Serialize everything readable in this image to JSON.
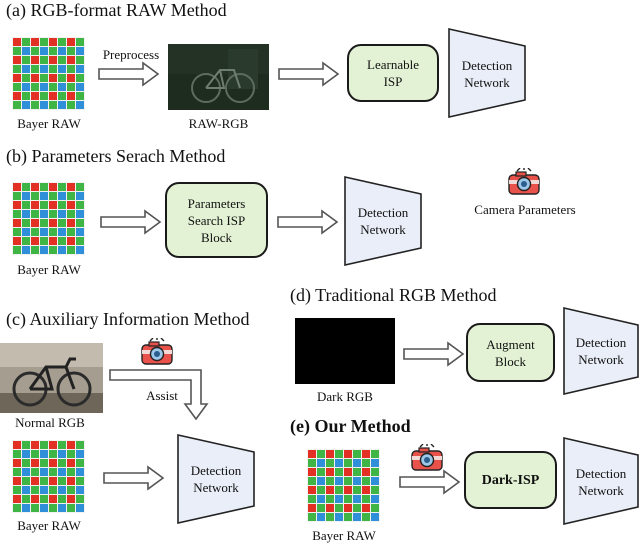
{
  "panels": {
    "a": {
      "title": "(a) RGB-format RAW Method",
      "bayer_caption": "Bayer RAW",
      "arrow_label": "Preprocess",
      "image_caption": "RAW-RGB",
      "isp_box": "Learnable\nISP",
      "detector": "Detection\nNetwork"
    },
    "b": {
      "title": "(b) Parameters Serach Method",
      "bayer_caption": "Bayer RAW",
      "isp_box": "Parameters\nSearch ISP\nBlock",
      "detector": "Detection\nNetwork",
      "camera_caption": "Camera Parameters"
    },
    "c": {
      "title": "(c) Auxiliary Information Method",
      "image_caption": "Normal RGB",
      "arrow_label": "Assist",
      "bayer_caption": "Bayer RAW",
      "detector": "Detection\nNetwork"
    },
    "d": {
      "title": "(d) Traditional RGB Method",
      "image_caption": "Dark RGB",
      "box": "Augment\nBlock",
      "detector": "Detection\nNetwork"
    },
    "e": {
      "title": "(e) Our Method",
      "box": "Dark-ISP",
      "bayer_caption": "Bayer RAW",
      "detector": "Detection\nNetwork"
    }
  },
  "colors": {
    "bayer_red": "#e23124",
    "bayer_green": "#3fb546",
    "bayer_blue": "#2f8fd8",
    "box_fill": "#e3f2d4",
    "detector_fill": "#e9eef8",
    "dark_image": "#000000"
  },
  "icons": [
    "camera-icon"
  ]
}
